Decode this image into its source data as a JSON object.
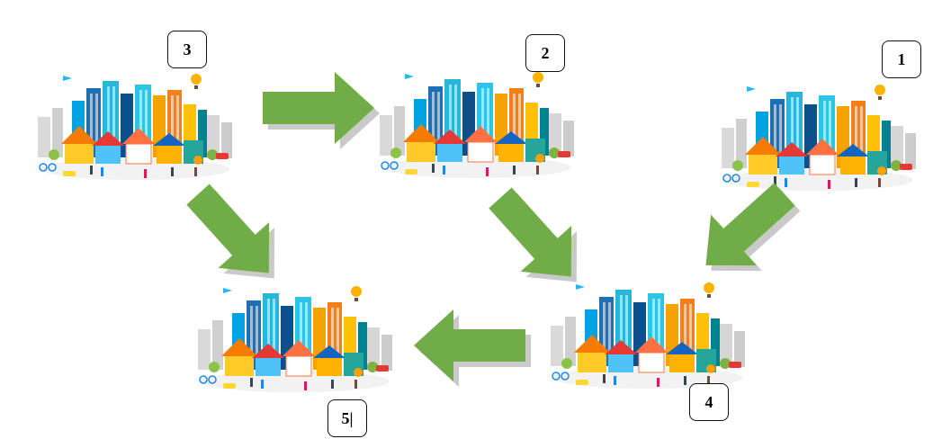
{
  "nodes": [
    {
      "id": "1",
      "label": "1"
    },
    {
      "id": "2",
      "label": "2"
    },
    {
      "id": "3",
      "label": "3"
    },
    {
      "id": "4",
      "label": "4"
    },
    {
      "id": "5",
      "label": "5|"
    }
  ],
  "edges": [
    {
      "from": "3",
      "to": "2"
    },
    {
      "from": "3",
      "to": "5"
    },
    {
      "from": "2",
      "to": "4"
    },
    {
      "from": "1",
      "to": "4"
    },
    {
      "from": "4",
      "to": "5"
    }
  ],
  "colors": {
    "arrow": "#70ad47",
    "arrow_shadow": "#c9c9c9",
    "label_border": "#111111"
  },
  "icons": {
    "node_image": "city-illustration-icon"
  }
}
